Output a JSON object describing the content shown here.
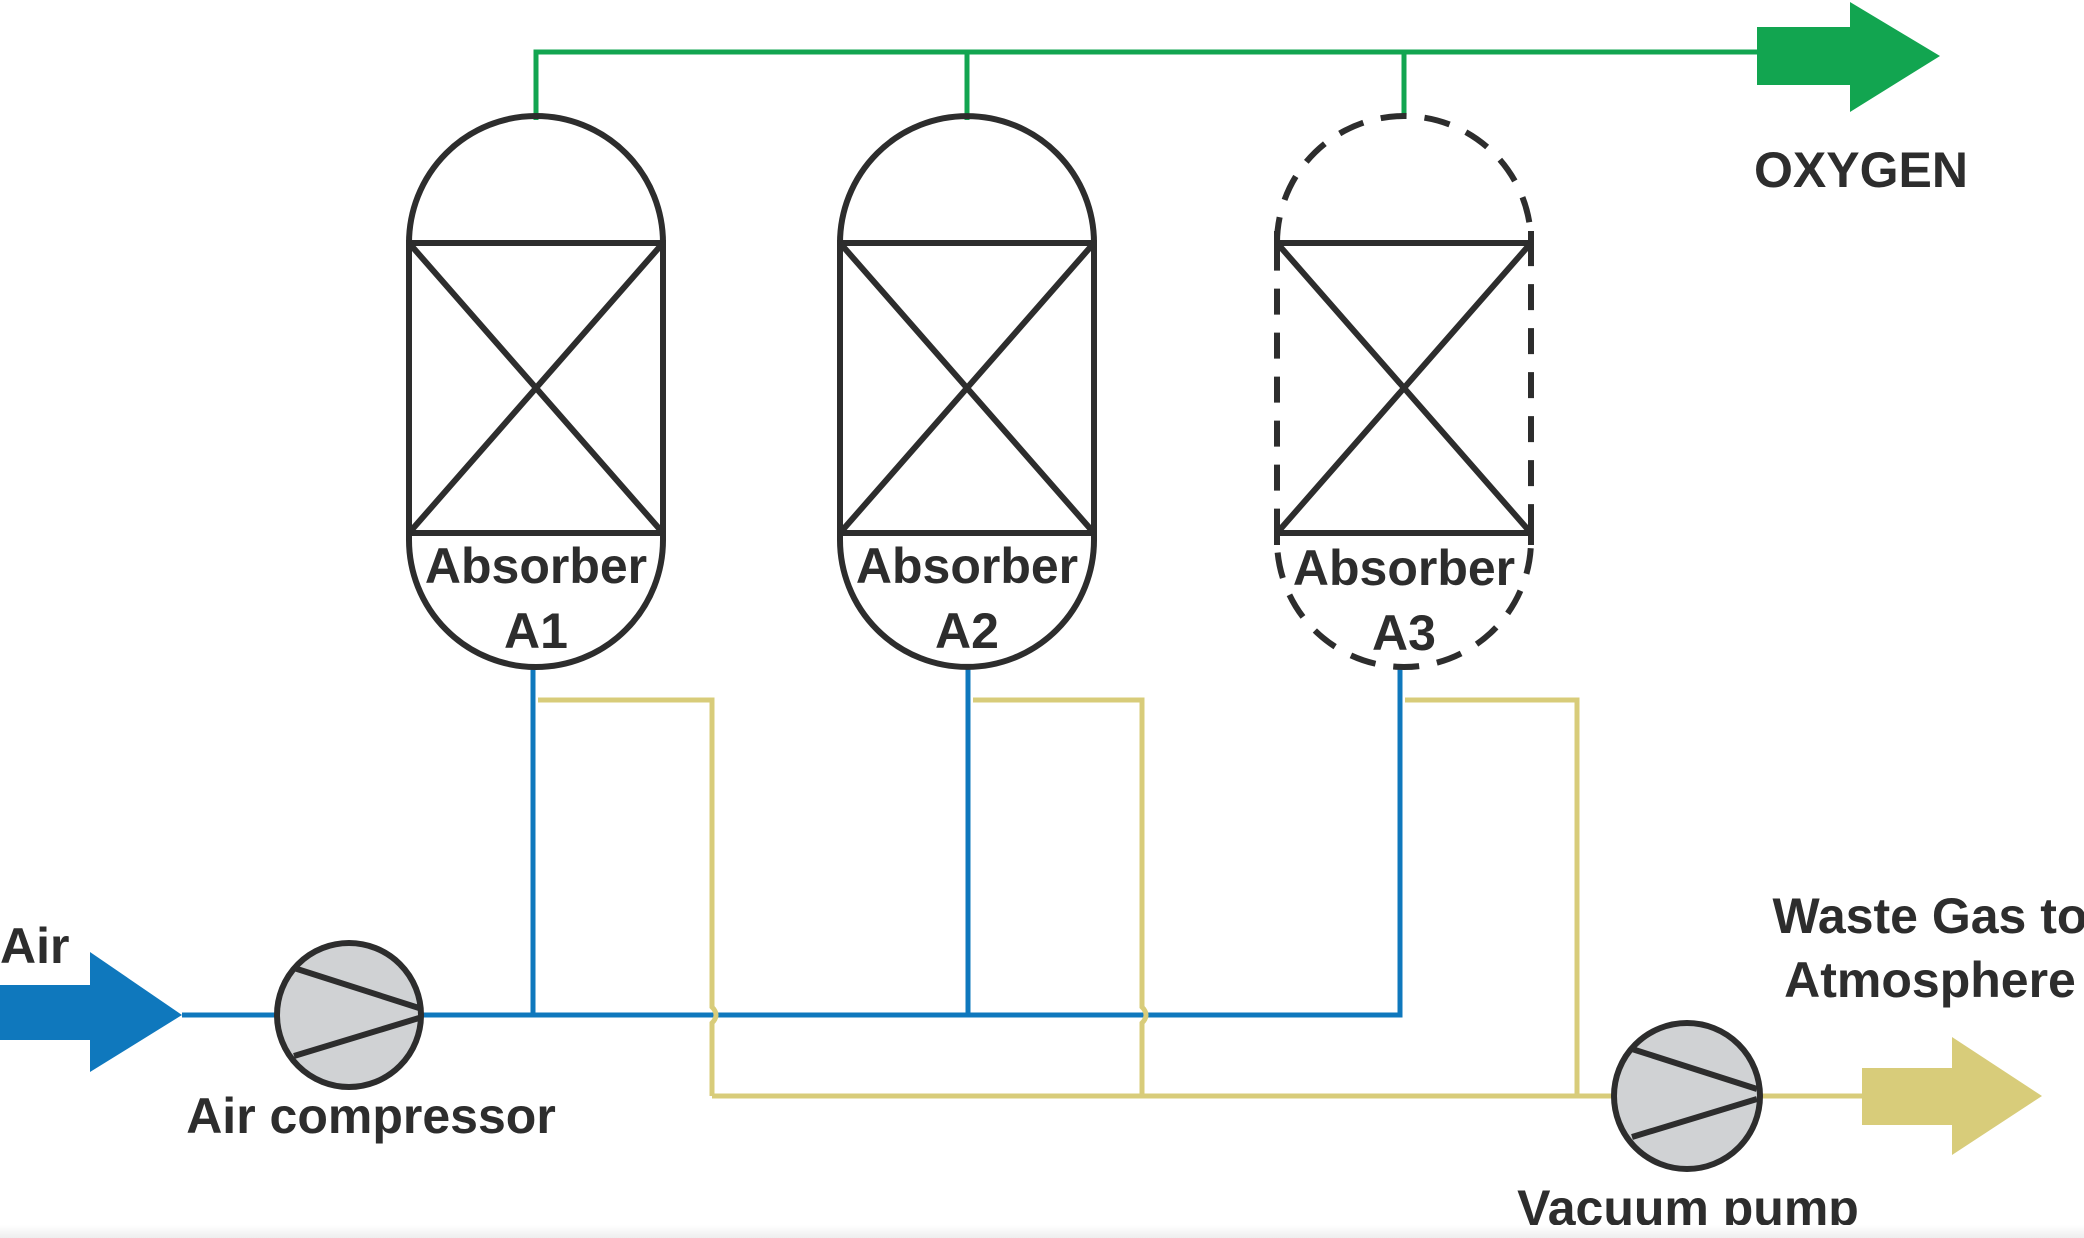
{
  "labels": {
    "oxygen": "OXYGEN",
    "air": "Air",
    "air_compressor": "Air compressor",
    "waste_gas_line1": "Waste Gas to",
    "waste_gas_line2": "Atmosphere",
    "vacuum_pump": "Vacuum pump"
  },
  "absorbers": [
    {
      "line1": "Absorber",
      "line2": "A1",
      "state": "active"
    },
    {
      "line1": "Absorber",
      "line2": "A2",
      "state": "active"
    },
    {
      "line1": "Absorber",
      "line2": "A3",
      "state": "standby"
    }
  ],
  "streams": {
    "air_color": "#0f78bd",
    "oxygen_color": "#12a550",
    "waste_color": "#d8cc7a"
  },
  "colors": {
    "outline": "#2d2d2d",
    "machine_fill": "#d0d2d4"
  }
}
